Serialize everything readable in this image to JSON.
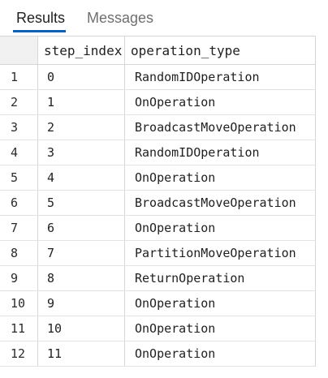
{
  "tabs": [
    {
      "label": "Results",
      "active": true
    },
    {
      "label": "Messages",
      "active": false
    }
  ],
  "colors": {
    "active_tab_underline": "#0f5fb4",
    "inactive_tab_text": "#6f6f6f",
    "gridline": "#d6d6d6"
  },
  "grid": {
    "columns": [
      "step_index",
      "operation_type"
    ],
    "rows": [
      {
        "num": "1",
        "step_index": "0",
        "operation_type": "RandomIDOperation"
      },
      {
        "num": "2",
        "step_index": "1",
        "operation_type": "OnOperation"
      },
      {
        "num": "3",
        "step_index": "2",
        "operation_type": "BroadcastMoveOperation"
      },
      {
        "num": "4",
        "step_index": "3",
        "operation_type": "RandomIDOperation"
      },
      {
        "num": "5",
        "step_index": "4",
        "operation_type": "OnOperation"
      },
      {
        "num": "6",
        "step_index": "5",
        "operation_type": "BroadcastMoveOperation"
      },
      {
        "num": "7",
        "step_index": "6",
        "operation_type": "OnOperation"
      },
      {
        "num": "8",
        "step_index": "7",
        "operation_type": "PartitionMoveOperation"
      },
      {
        "num": "9",
        "step_index": "8",
        "operation_type": "ReturnOperation"
      },
      {
        "num": "10",
        "step_index": "9",
        "operation_type": "OnOperation"
      },
      {
        "num": "11",
        "step_index": "10",
        "operation_type": "OnOperation"
      },
      {
        "num": "12",
        "step_index": "11",
        "operation_type": "OnOperation"
      }
    ]
  }
}
